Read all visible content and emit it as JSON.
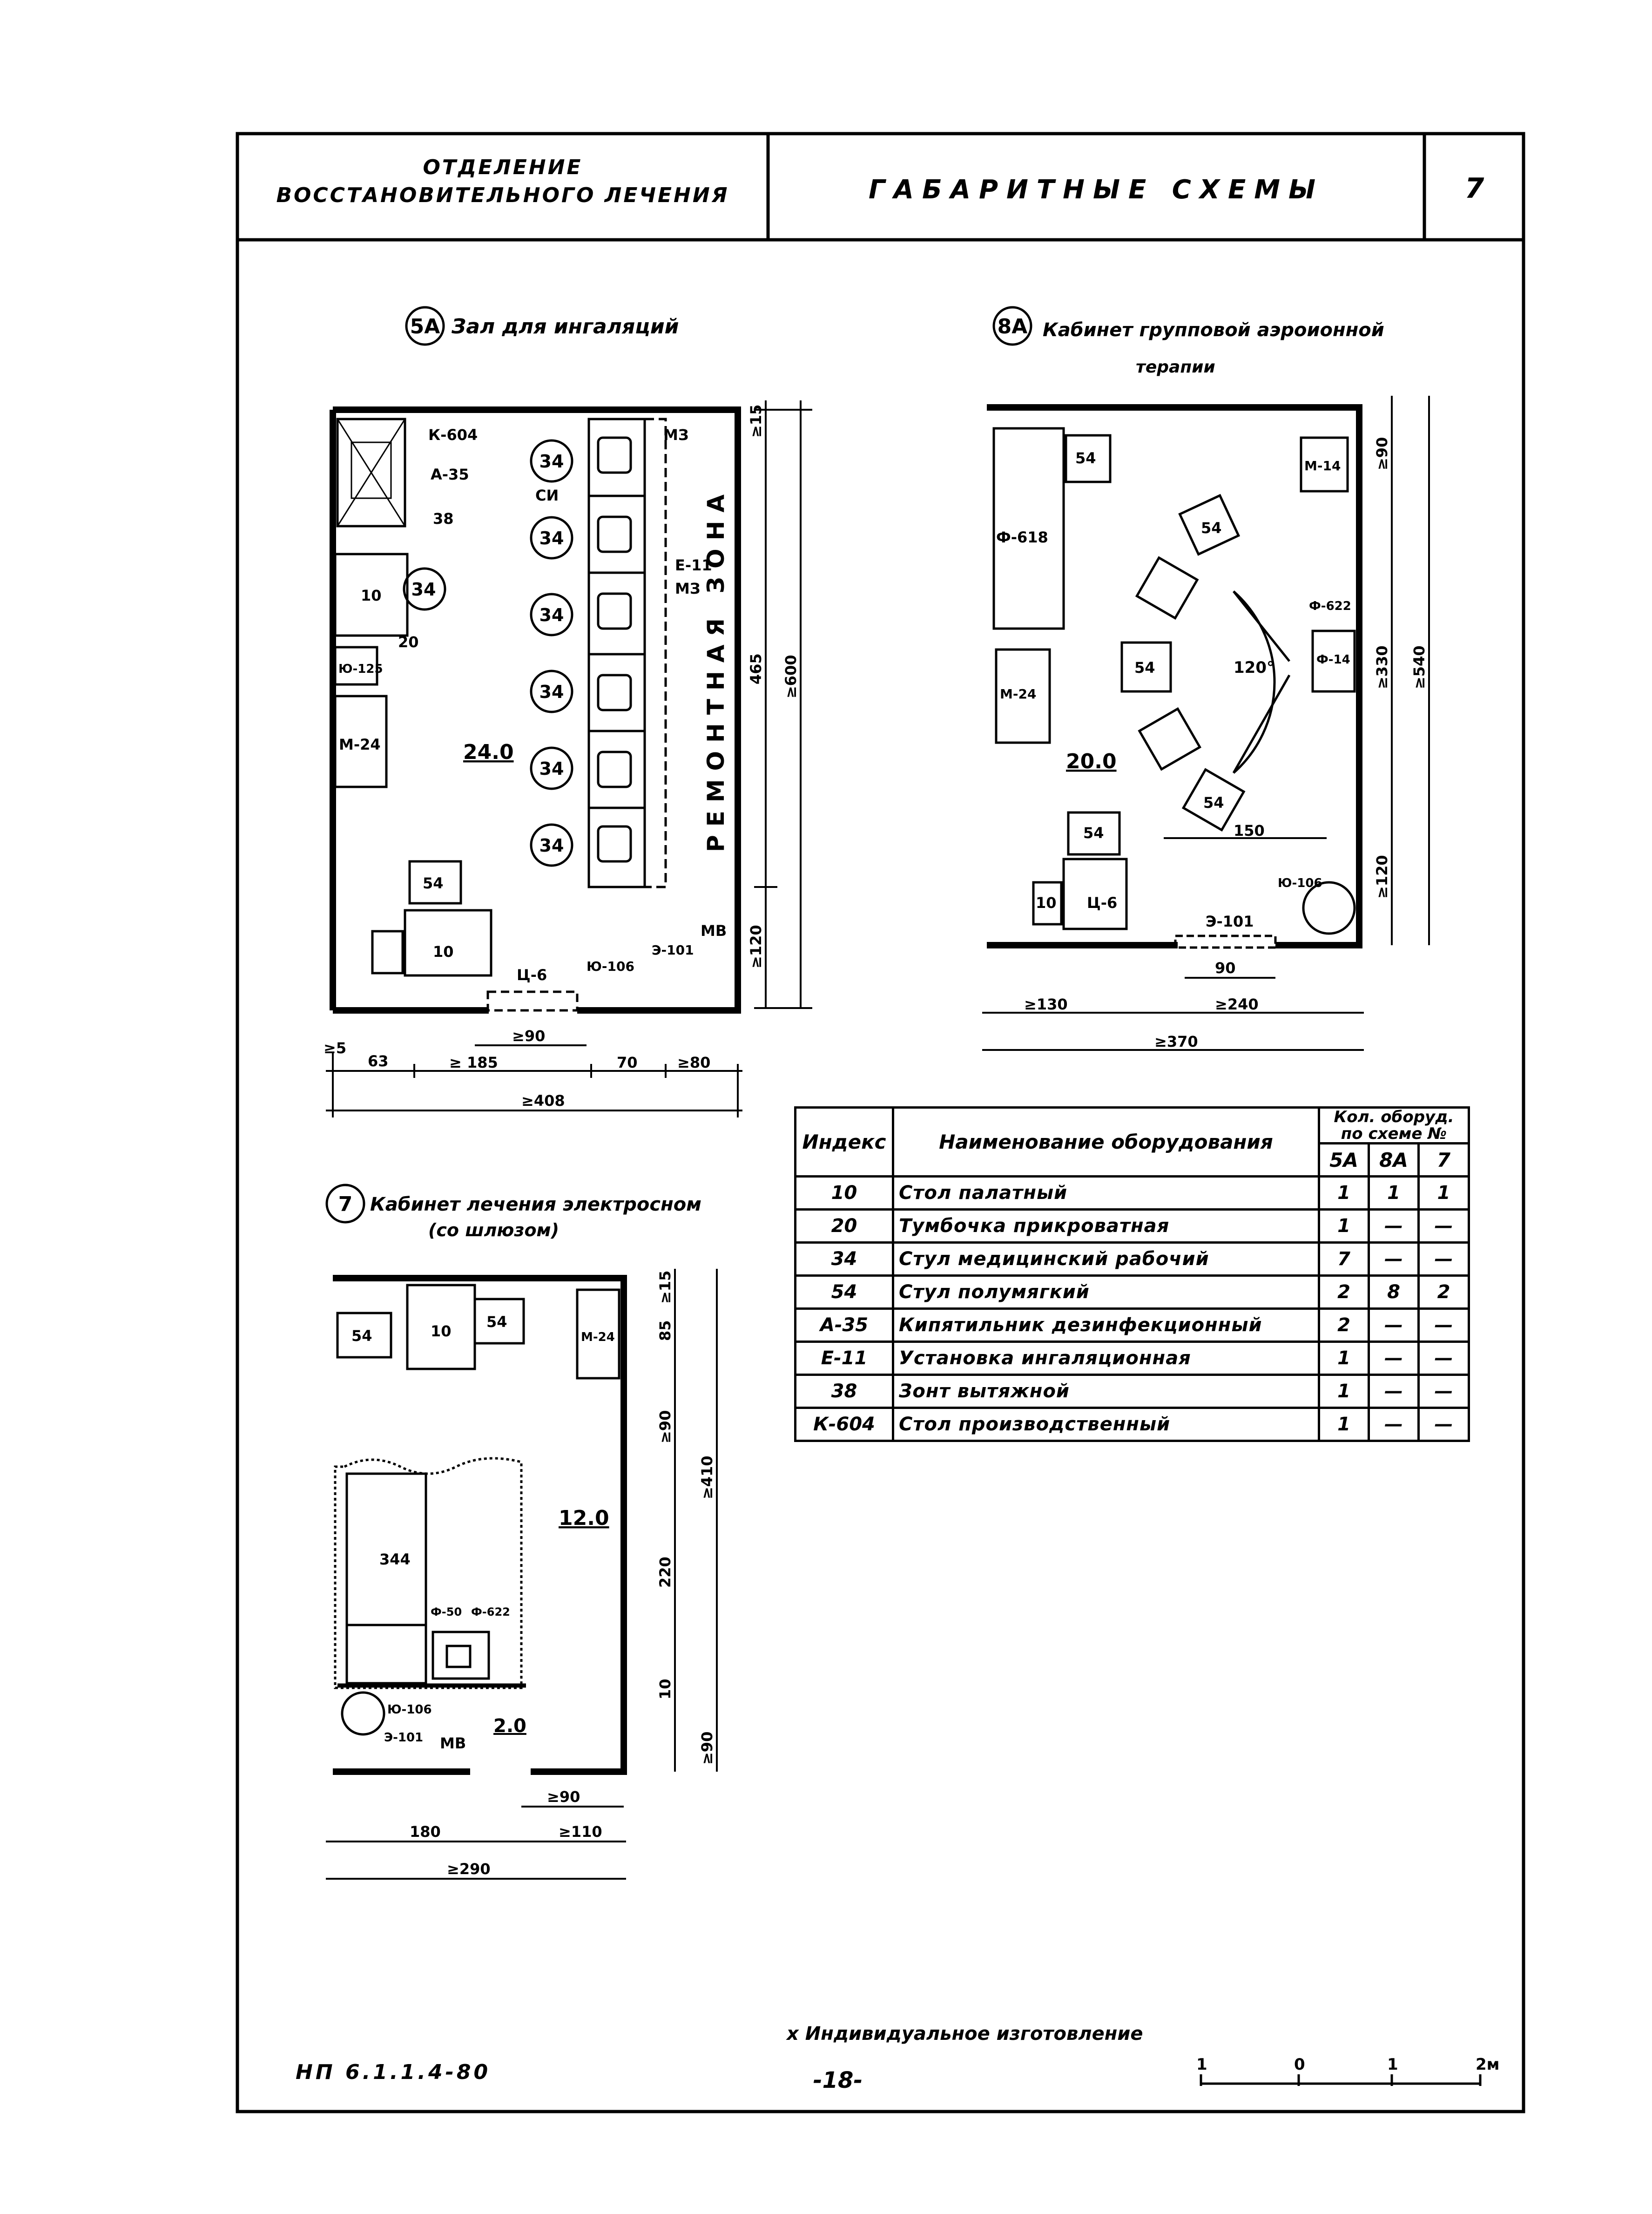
{
  "header": {
    "department": [
      "ОТДЕЛЕНИЕ",
      "ВОССТАНОВИТЕЛЬНОГО ЛЕЧЕНИЯ"
    ],
    "title": "ГАБАРИТНЫЕ СХЕМЫ",
    "sheet_number": "7"
  },
  "plan_5a": {
    "badge": "5А",
    "title": "Зал для ингаляций",
    "area_main": "24.0",
    "zone_label": "РЕМОНТНАЯ ЗОНА",
    "labels": [
      "К-604",
      "А-35",
      "38",
      "10",
      "34",
      "20",
      "Ю-125",
      "М-24",
      "54",
      "10",
      "Ц-6",
      "Э-101",
      "Ю-106",
      "МВ",
      "МЗ",
      "СИ",
      "Е-11",
      "МЗ"
    ],
    "chair_code": "34",
    "dims": {
      "top": "≥15",
      "h1": "465",
      "h2": "≥600",
      "h3": "≥120",
      "w_a": "≥5",
      "w_b": "63",
      "w_c": "≥ 185",
      "w_d": "70",
      "w_e": "≥80",
      "w_door": "≥90",
      "w_total": "≥408"
    }
  },
  "plan_8a": {
    "badge": "8А",
    "title": [
      "Кабинет групповой аэроионной",
      "терапии"
    ],
    "area_main": "20.0",
    "angle": "120°",
    "labels": [
      "54",
      "М-14",
      "Ф-618",
      "М-24",
      "54",
      "Ф-622",
      "Ф-14",
      "54",
      "54",
      "54",
      "10",
      "Ц-6",
      "Э-101",
      "Ю-106"
    ],
    "dims": {
      "h_top": "≥90",
      "h_mid": "≥330",
      "h_total": "≥540",
      "h_bot": "≥120",
      "arc": "150",
      "door": "90",
      "w_a": "≥130",
      "w_b": "≥240",
      "w_total": "≥370"
    }
  },
  "plan_7": {
    "badge": "7",
    "title": [
      "Кабинет лечения электросном",
      "(со шлюзом)"
    ],
    "area_main": "12.0",
    "area_lock": "2.0",
    "labels": [
      "54",
      "10",
      "54",
      "М-24",
      "344",
      "Ф-50",
      "Ф-622",
      "Ю-106",
      "Э-101",
      "МВ"
    ],
    "dims": {
      "h_top": "≥15",
      "h_a": "85",
      "h_b": "≥90",
      "h_c": "≥410",
      "h_d": "220",
      "h_e": "10",
      "h_f": "≥90",
      "w_door": "≥90",
      "w_a": "180",
      "w_b": "≥110",
      "w_total": "≥290"
    }
  },
  "table": {
    "col_index": "Индекс",
    "col_name": "Наименование оборудования",
    "col_qty": [
      "Кол. оборуд.",
      "по схеме №"
    ],
    "schemes": [
      "5А",
      "8А",
      "7"
    ],
    "rows": [
      {
        "index": "10",
        "name": "Стол палатный",
        "q": [
          "1",
          "1",
          "1"
        ]
      },
      {
        "index": "20",
        "name": "Тумбочка прикроватная",
        "q": [
          "1",
          "—",
          "—"
        ]
      },
      {
        "index": "34",
        "name": "Стул медицинский рабочий",
        "q": [
          "7",
          "—",
          "—"
        ]
      },
      {
        "index": "54",
        "name": "Стул полумягкий",
        "q": [
          "2",
          "8",
          "2"
        ]
      },
      {
        "index": "А-35",
        "name": "Кипятильник дезинфекционный",
        "q": [
          "2",
          "—",
          "—"
        ]
      },
      {
        "index": "Е-11",
        "name": "Установка ингаляционная",
        "q": [
          "1",
          "—",
          "—"
        ]
      },
      {
        "index": "38",
        "name": "Зонт вытяжной",
        "q": [
          "1",
          "—",
          "—"
        ]
      },
      {
        "index": "К-604",
        "name": "Стол производственный",
        "q": [
          "1",
          "—",
          "—"
        ]
      }
    ]
  },
  "footnote": "х Индивидуальное изготовление",
  "doc_code": "НП 6.1.1.4-80",
  "page_number": "-18-",
  "scale": [
    "1",
    "0",
    "1",
    "2м"
  ]
}
